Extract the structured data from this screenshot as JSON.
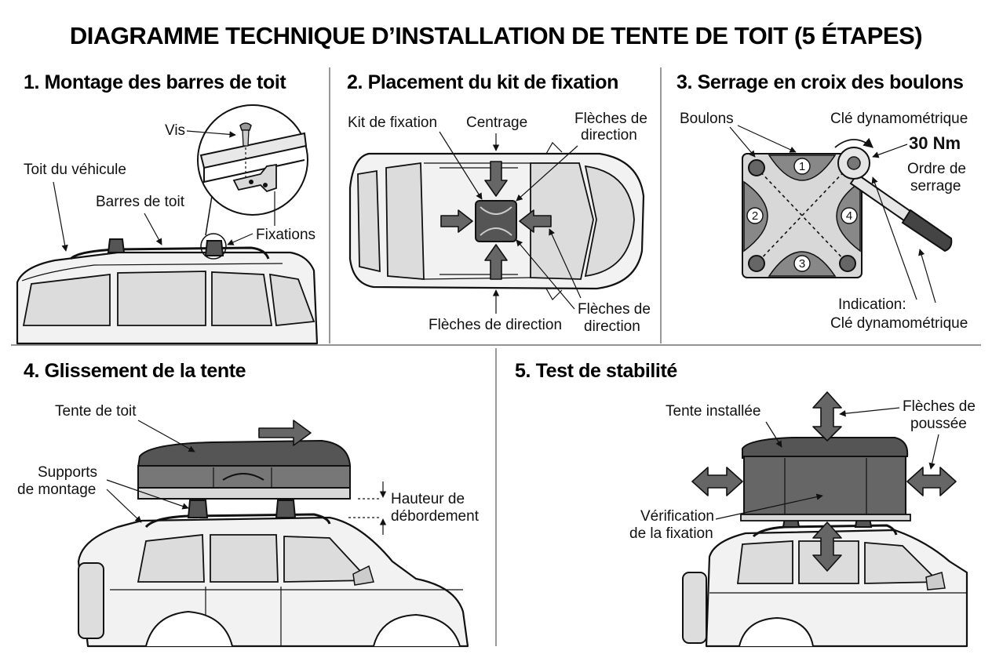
{
  "title": "DIAGRAMME TECHNIQUE D’INSTALLATION DE TENTE DE TOIT (5 ÉTAPES)",
  "steps": [
    {
      "heading": "1. Montage des barres de toit",
      "labels": {
        "vis": "Vis",
        "toit": "Toit du véhicule",
        "barres": "Barres de toit",
        "fixations": "Fixations"
      }
    },
    {
      "heading": "2. Placement du kit de fixation",
      "labels": {
        "kit": "Kit de fixation",
        "centrage": "Centrage",
        "fleches_tr_1": "Flèches de",
        "fleches_tr_2": "direction",
        "fleches_bottom": "Flèches de direction",
        "fleches_br_1": "Flèches de",
        "fleches_br_2": "direction"
      }
    },
    {
      "heading": "3. Serrage en croix des boulons",
      "labels": {
        "boulons": "Boulons",
        "cle": "Clé dynamométrique",
        "torque": "30 Nm",
        "ordre_1": "Ordre de",
        "ordre_2": "serrage",
        "indication_1": "Indication:",
        "indication_2": "Clé dynamométrique"
      },
      "bolt_order": [
        "1",
        "2",
        "3",
        "4"
      ]
    },
    {
      "heading": "4. Glissement de la tente",
      "labels": {
        "tente": "Tente de toit",
        "supports_1": "Supports",
        "supports_2": "de montage",
        "hauteur_1": "Hauteur de",
        "hauteur_2": "débordement"
      }
    },
    {
      "heading": "5. Test de stabilité",
      "labels": {
        "installee": "Tente installée",
        "poussee_1": "Flèches de",
        "poussee_2": "poussée",
        "verif_1": "Vérification",
        "verif_2": "de la fixation"
      }
    }
  ],
  "colors": {
    "line": "#111111",
    "fill_light": "#f2f2f2",
    "fill_window": "#dcdcdc",
    "fill_dark": "#555555",
    "arrow": "#666666"
  }
}
